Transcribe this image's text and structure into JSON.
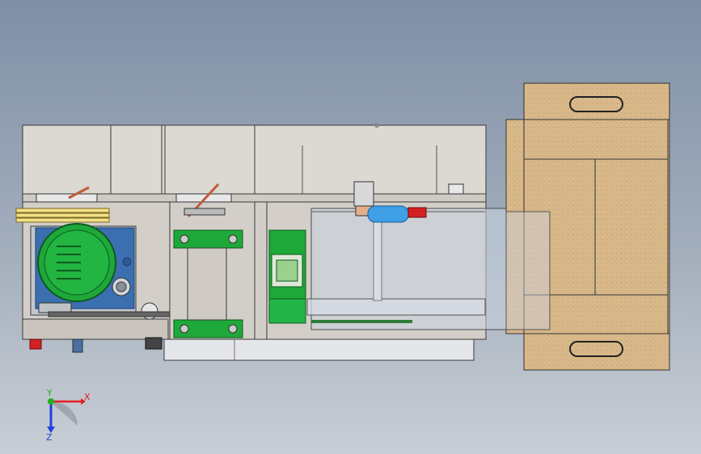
{
  "viewport": {
    "title": ""
  },
  "triad": {
    "x_label": "X",
    "y_label": "Y",
    "z_label": "Z",
    "x_color": "#e02020",
    "y_color": "#20b020",
    "z_color": "#2040e0"
  },
  "colors": {
    "frame_fill": "#d9d6d2",
    "frame_stroke": "#3a3a3a",
    "motor_green": "#1fa83a",
    "motor_blue": "#3b6fb0",
    "cardboard": "#d9b98a",
    "glass": "#c9d3e0",
    "cylinder_blue": "#3fa0e8",
    "valve_red": "#d42020"
  }
}
